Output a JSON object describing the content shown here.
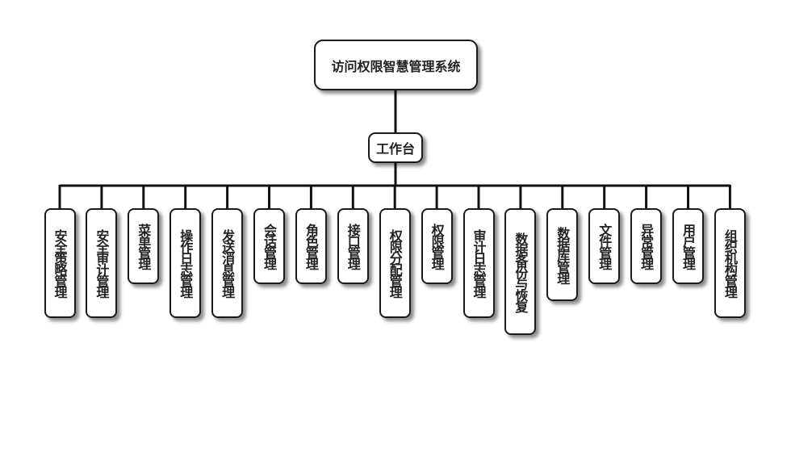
{
  "root": {
    "label": "访问权限智慧管理系统"
  },
  "hub": {
    "label": "工作台"
  },
  "modules": [
    {
      "label": "安全策略管理"
    },
    {
      "label": "安全审计管理"
    },
    {
      "label": "菜单管理"
    },
    {
      "label": "操作日志管理"
    },
    {
      "label": "发送消息管理"
    },
    {
      "label": "会话管理"
    },
    {
      "label": "角色管理"
    },
    {
      "label": "接口管理"
    },
    {
      "label": "权限分配管理"
    },
    {
      "label": "权限管理"
    },
    {
      "label": "审计日志管理"
    },
    {
      "label": "数据备份与恢复"
    },
    {
      "label": "数据库管理"
    },
    {
      "label": "文件管理"
    },
    {
      "label": "异常管理"
    },
    {
      "label": "用户管理"
    },
    {
      "label": "组织机构管理"
    }
  ],
  "colors": {
    "border": "#1a1a1a",
    "line": "#111111",
    "text": "#222222",
    "background": "#ffffff"
  }
}
